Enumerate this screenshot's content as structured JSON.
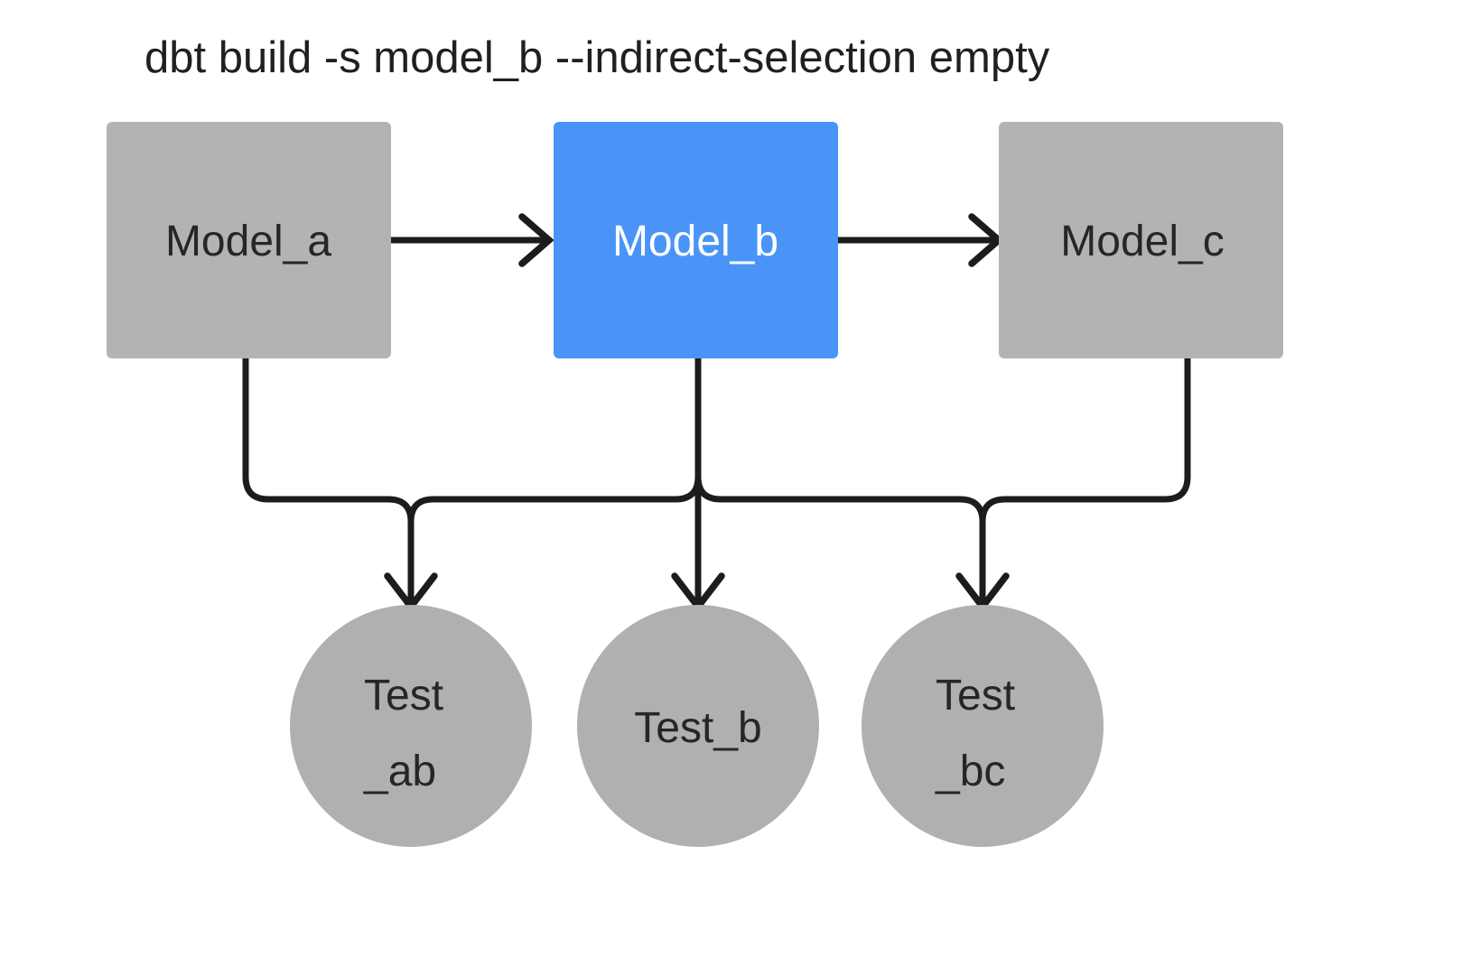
{
  "diagram": {
    "title": "dbt build -s model_b --indirect-selection empty",
    "background_color": "#ffffff",
    "edge_color": "#1c1c1c",
    "colors": {
      "node_gray": "#b3b3b3",
      "node_selected_blue": "#4a94f8",
      "text_dark": "#262626",
      "text_light": "#ffffff",
      "title_text": "#202020"
    },
    "nodes": [
      {
        "id": "model_a",
        "label": "Model_a",
        "shape": "rectangle",
        "fill": "#b3b3b3",
        "text_color": "#262626",
        "selected": false
      },
      {
        "id": "model_b",
        "label": "Model_b",
        "shape": "rectangle",
        "fill": "#4a94f8",
        "text_color": "#ffffff",
        "selected": true
      },
      {
        "id": "model_c",
        "label": "Model_c",
        "shape": "rectangle",
        "fill": "#b3b3b3",
        "text_color": "#262626",
        "selected": false
      },
      {
        "id": "test_ab",
        "label_line1": "Test",
        "label_line2": "_ab",
        "shape": "circle",
        "fill": "#b0b0b0",
        "text_color": "#262626",
        "selected": false
      },
      {
        "id": "test_b",
        "label_line1": "Test_b",
        "label_line2": "",
        "shape": "circle",
        "fill": "#b0b0b0",
        "text_color": "#262626",
        "selected": false
      },
      {
        "id": "test_bc",
        "label_line1": "Test",
        "label_line2": "_bc",
        "shape": "circle",
        "fill": "#b0b0b0",
        "text_color": "#262626",
        "selected": false
      }
    ],
    "edges": [
      {
        "from": "model_a",
        "to": "model_b",
        "style": "straight-arrow"
      },
      {
        "from": "model_b",
        "to": "model_c",
        "style": "straight-arrow"
      },
      {
        "from": "model_a",
        "to": "test_ab",
        "style": "elbow-arrow"
      },
      {
        "from": "model_b",
        "to": "test_ab",
        "style": "elbow-arrow"
      },
      {
        "from": "model_b",
        "to": "test_b",
        "style": "straight-arrow"
      },
      {
        "from": "model_b",
        "to": "test_bc",
        "style": "elbow-arrow"
      },
      {
        "from": "model_c",
        "to": "test_bc",
        "style": "elbow-arrow"
      }
    ]
  }
}
